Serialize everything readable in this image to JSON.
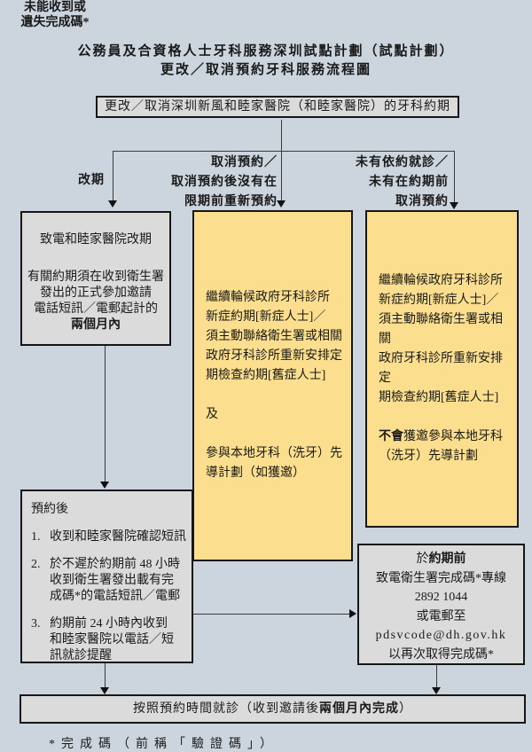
{
  "title": {
    "line1": "公務員及合資格人士牙科服務深圳試點計劃（試點計劃）",
    "line2": "更改／取消預約牙科服務流程圖"
  },
  "start_box": {
    "text": "更改／取消深圳新風和睦家醫院（和睦家醫院）的牙科約期"
  },
  "branch_labels": {
    "reschedule": "改期",
    "cancel": {
      "l1": "取消預約／",
      "l2": "取消預約後沒有在",
      "l3": "限期前重新預約"
    },
    "no_show": {
      "l1": "未有依約就診／",
      "l2": "未有在約期前",
      "l3": "取消預約"
    }
  },
  "reschedule_box": {
    "heading": "致電和睦家醫院改期",
    "body_l1": "有關約期須在收到衛生署",
    "body_l2": "發出的正式參加邀請",
    "body_l3": "電話短訊／電郵起計的",
    "body_l4_bold": "兩個月內"
  },
  "cancel_box": {
    "queue_l1": "繼續輪候政府牙科診所",
    "queue_l2": "新症約期[新症人士]／",
    "queue_l3": "須主動聯絡衛生署或相關",
    "queue_l4": "政府牙科診所重新安排定",
    "queue_l5": "期檢查約期[舊症人士]",
    "and": "及",
    "pilot_l1": "參與本地牙科（洗牙）先",
    "pilot_l2": "導計劃（如獲邀）"
  },
  "no_show_box": {
    "queue_l1": "繼續輪候政府牙科診所",
    "queue_l2": "新症約期[新症人士]／",
    "queue_l3": "須主動聯絡衛生署或相關",
    "queue_l4": "政府牙科診所重新安排定",
    "queue_l5": "期檢查約期[舊症人士]",
    "not_bold": "不會",
    "not_l1_rest": "獲邀參與本地牙科",
    "not_l2": "（洗牙）先導計劃"
  },
  "after_booking_box": {
    "heading": "預約後",
    "item1": {
      "num": "1.",
      "l1": "收到和睦家醫院確認短訊"
    },
    "item2": {
      "num": "2.",
      "l1": "於不遲於約期前 48 小時",
      "l2": "收到衛生署發出載有完",
      "l3": "成碼*的電話短訊／電郵"
    },
    "item3": {
      "num": "3.",
      "l1": "約期前 24 小時內收到",
      "l2": "和睦家醫院以電話／短",
      "l3": "訊就診提醒"
    }
  },
  "missing_code_label": {
    "l1": "未能收到或",
    "l2": "遺失完成碼*"
  },
  "code_box": {
    "l1_prefix": "於",
    "l1_bold": "約期前",
    "l2": "致電衛生署完成碼*專線",
    "l3": "2892 1044",
    "l4": "或電郵至",
    "l5": "pdsvcode@dh.gov.hk",
    "l6": "以再次取得完成碼*"
  },
  "final_box": {
    "prefix": "按照預約時間就診（收到邀請後",
    "bold": "兩個月內完成",
    "suffix": "）"
  },
  "footnote": "*完成碼（前稱「驗證碼」）",
  "colors": {
    "background": "#ccd4dd",
    "gray_box": "#dbdbdb",
    "yellow_box": "#fcdf8e",
    "border": "#161616"
  }
}
